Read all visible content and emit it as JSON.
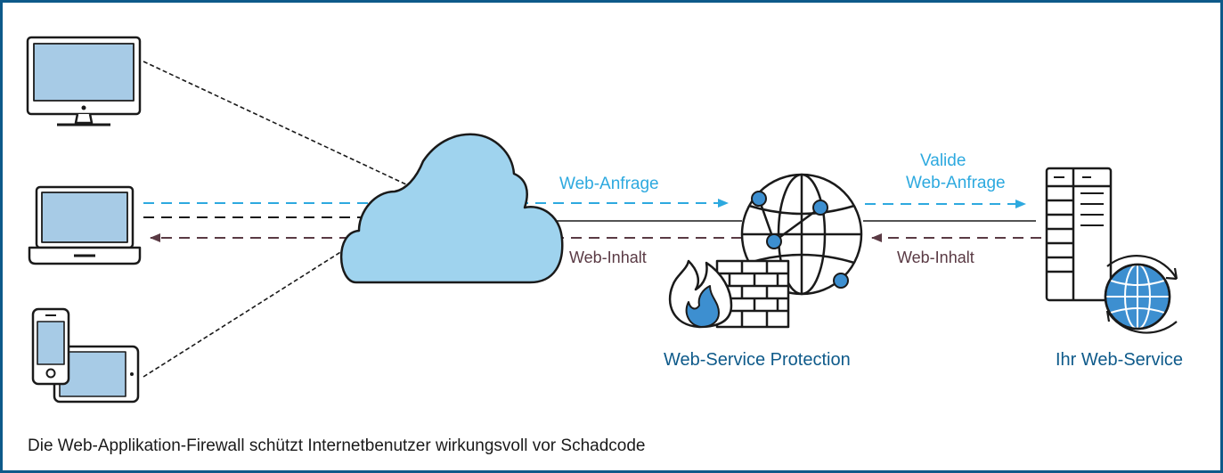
{
  "labels": {
    "request": "Web-Anfrage",
    "valid_line1": "Valide",
    "valid_line2": "Web-Anfrage",
    "content_left": "Web-Inhalt",
    "content_right": "Web-Inhalt",
    "protection": "Web-Service Protection",
    "service": "Ihr Web-Service"
  },
  "caption": "Die Web-Applikation-Firewall schützt Internetbenutzer wirkungsvoll vor Schadcode",
  "colors": {
    "border": "#0e5a8a",
    "request_arrow": "#2da9df",
    "response_arrow": "#5a3a44",
    "cloud": "#9fd3ee",
    "device_screen": "#a7cbe6",
    "icon_accent": "#3d8fd0",
    "outline": "#1a1a1a"
  },
  "icons": [
    "desktop-icon",
    "laptop-icon",
    "phone-tablet-icon",
    "cloud-icon",
    "globe-network-icon",
    "firewall-icon",
    "server-icon",
    "globe-sync-icon"
  ]
}
